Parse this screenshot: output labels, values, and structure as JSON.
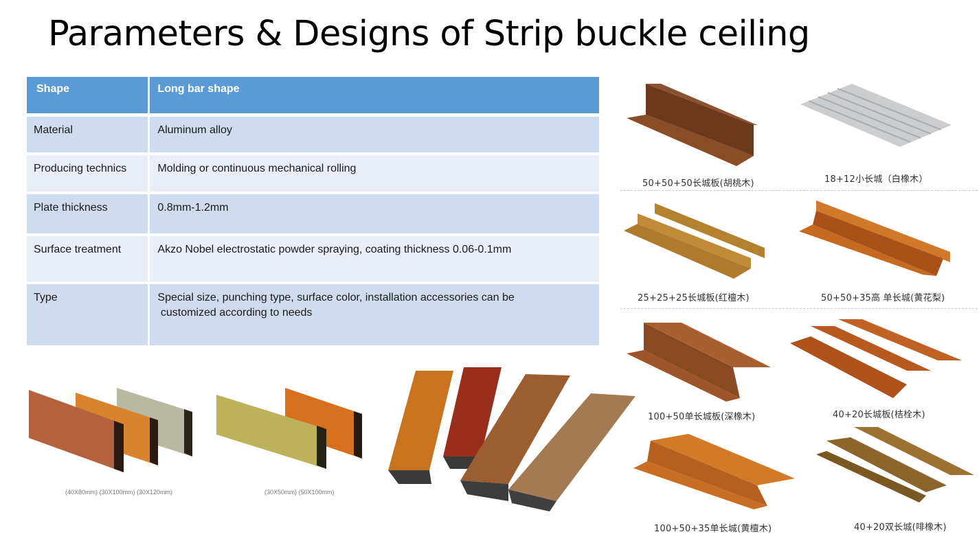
{
  "title": "Parameters & Designs of Strip buckle ceiling",
  "colors": {
    "header_bg": "#5B9BD5",
    "row_dark": "#CFDBEE",
    "row_light": "#E8EDF7"
  },
  "table": {
    "header": {
      "key": "Shape",
      "value": "Long bar shape"
    },
    "rows": [
      {
        "key": "Material",
        "value": "Aluminum alloy"
      },
      {
        "key": "Producing technics",
        "value": "Molding or continuous mechanical rolling"
      },
      {
        "key": "Plate thickness",
        "value": "0.8mm-1.2mm"
      },
      {
        "key": "Surface treatment",
        "value": "Akzo Nobel electrostatic powder spraying, coating thickness 0.06-0.1mm"
      },
      {
        "key": "Type",
        "value": "Special size, punching type, surface color, installation accessories can be",
        "value2": " customized according to needs"
      }
    ]
  },
  "bottom_images": [
    {
      "name": "rectangular-tube-profiles-three",
      "caption": "(40X80mm)  (30X100mm)  (30X120mm)"
    },
    {
      "name": "rectangular-tube-profiles-two",
      "caption": "(30X50mm)  (50X100mm)"
    },
    {
      "name": "u-channel-wood-grain-strips",
      "caption": ""
    }
  ],
  "product_grid": [
    {
      "caption": "50+50+50长城板(胡桃木)",
      "color": "#7a4422"
    },
    {
      "caption": "18+12小长城（白橡木）",
      "color": "#c9cbcd"
    },
    {
      "caption": "25+25+25长城板(红檀木)",
      "color": "#b07a2e"
    },
    {
      "caption": "50+50+35高 单长城(黄花梨)",
      "color": "#c8681c"
    },
    {
      "caption": "100+50单长城板(深橡木)",
      "color": "#9a5428"
    },
    {
      "caption": "40+20长城板(桔栓木)",
      "color": "#b5561e"
    },
    {
      "caption": "100+50+35单长城(黄檀木)",
      "color": "#cf7522"
    },
    {
      "caption": "40+20双长城(啡橡木)",
      "color": "#8a6428"
    }
  ]
}
